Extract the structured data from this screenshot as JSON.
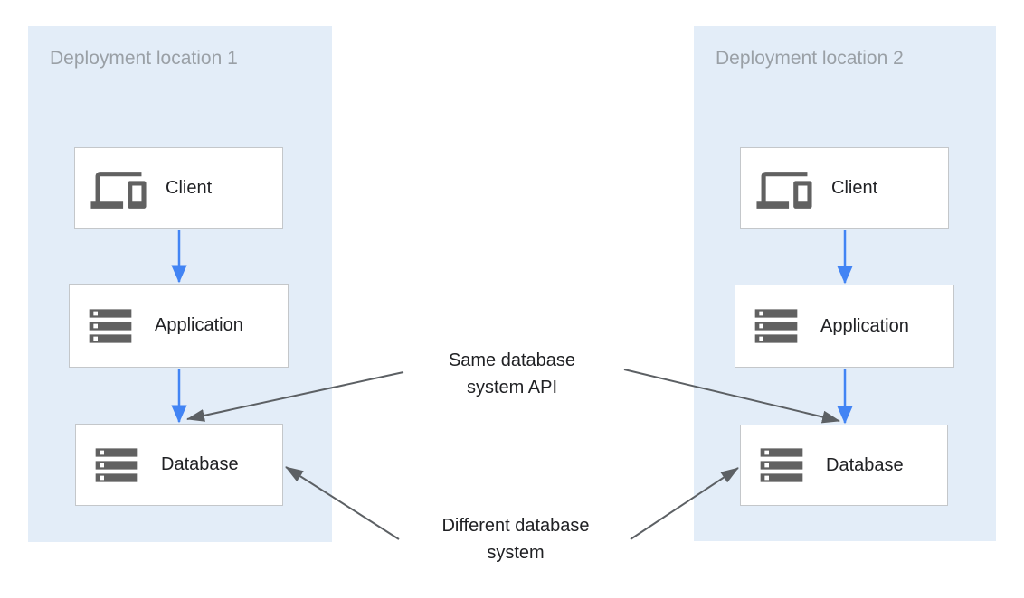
{
  "colors": {
    "canvas_bg": "#ffffff",
    "panel_bg": "#e3edf8",
    "panel_title": "#9aa0a6",
    "box_bg": "#ffffff",
    "box_border": "#c4c7ca",
    "box_label": "#202124",
    "icon_gray": "#616161",
    "arrow_blue": "#4284f4",
    "arrow_gray": "#5c6064",
    "annotation_text": "#202124"
  },
  "panels": [
    {
      "title": "Deployment location 1",
      "nodes": [
        {
          "label": "Client",
          "icon": "devices-icon"
        },
        {
          "label": "Application",
          "icon": "server-stack-icon"
        },
        {
          "label": "Database",
          "icon": "server-stack-icon"
        }
      ]
    },
    {
      "title": "Deployment location 2",
      "nodes": [
        {
          "label": "Client",
          "icon": "devices-icon"
        },
        {
          "label": "Application",
          "icon": "server-stack-icon"
        },
        {
          "label": "Database",
          "icon": "server-stack-icon"
        }
      ]
    }
  ],
  "annotations": [
    {
      "line1": "Same database",
      "line2": "system API"
    },
    {
      "line1": "Different database",
      "line2": "system"
    }
  ]
}
